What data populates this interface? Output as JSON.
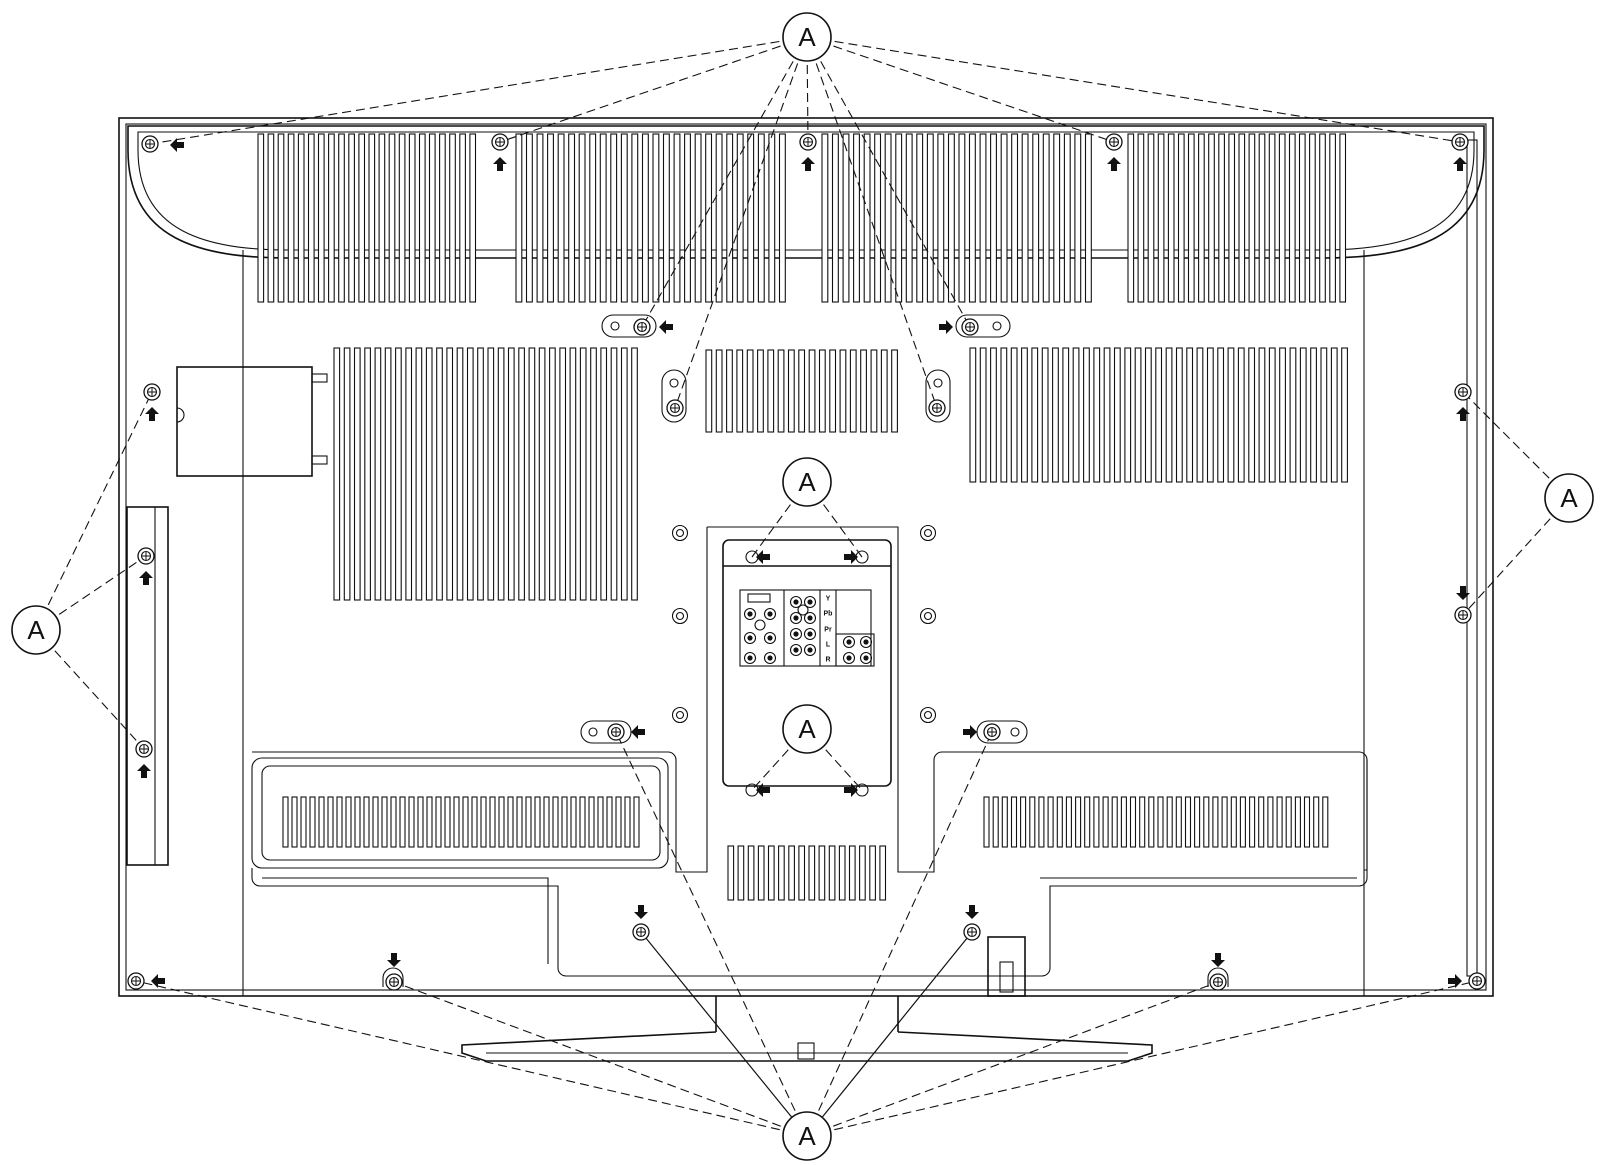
{
  "callouts": [
    {
      "id": "top",
      "label": "A"
    },
    {
      "id": "center",
      "label": "A"
    },
    {
      "id": "inner",
      "label": "A"
    },
    {
      "id": "left",
      "label": "A"
    },
    {
      "id": "right",
      "label": "A"
    },
    {
      "id": "bottom",
      "label": "A"
    }
  ],
  "jack_labels": [
    "Y",
    "Pb",
    "Pr",
    "L",
    "R"
  ],
  "colors": {
    "line": "#111111",
    "background": "#ffffff"
  }
}
